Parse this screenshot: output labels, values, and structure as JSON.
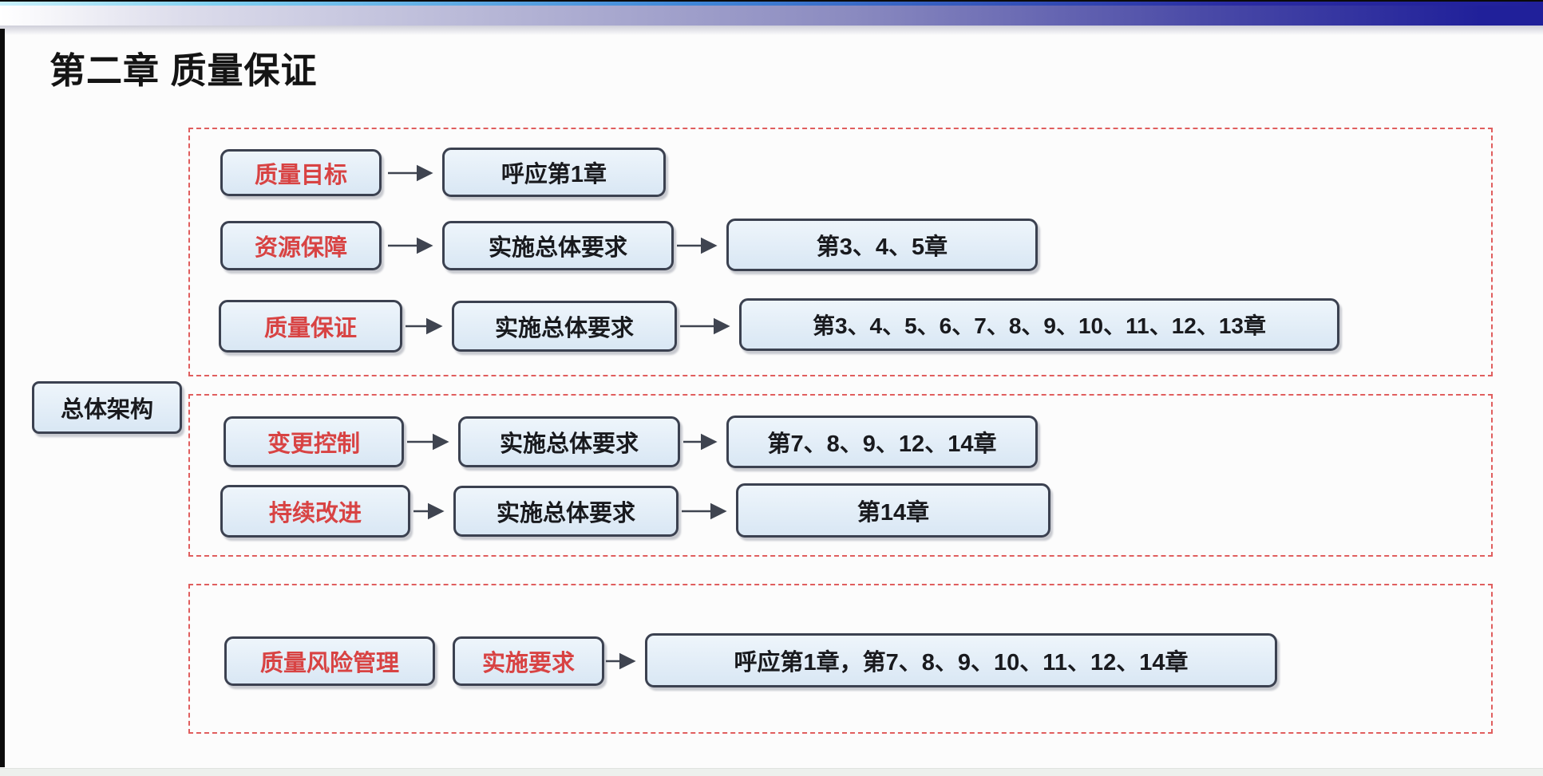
{
  "slide": {
    "title": "第二章 质量保证",
    "left_label": "总体架构"
  },
  "diagram": {
    "groups": [
      {
        "name": "group-1",
        "rows": [
          {
            "cells": [
              {
                "label": "质量目标",
                "text_color": "red"
              },
              {
                "label": "呼应第1章",
                "text_color": "black"
              }
            ]
          },
          {
            "cells": [
              {
                "label": "资源保障",
                "text_color": "red"
              },
              {
                "label": "实施总体要求",
                "text_color": "black"
              },
              {
                "label": "第3、4、5章",
                "text_color": "black"
              }
            ]
          },
          {
            "cells": [
              {
                "label": "质量保证",
                "text_color": "red"
              },
              {
                "label": "实施总体要求",
                "text_color": "black"
              },
              {
                "label": "第3、4、5、6、7、8、9、10、11、12、13章",
                "text_color": "black"
              }
            ]
          }
        ]
      },
      {
        "name": "group-2",
        "rows": [
          {
            "cells": [
              {
                "label": "变更控制",
                "text_color": "red"
              },
              {
                "label": "实施总体要求",
                "text_color": "black"
              },
              {
                "label": "第7、8、9、12、14章",
                "text_color": "black"
              }
            ]
          },
          {
            "cells": [
              {
                "label": "持续改进",
                "text_color": "red"
              },
              {
                "label": "实施总体要求",
                "text_color": "black"
              },
              {
                "label": "第14章",
                "text_color": "black"
              }
            ]
          }
        ]
      },
      {
        "name": "group-3",
        "rows": [
          {
            "cells": [
              {
                "label": "质量风险管理",
                "text_color": "red"
              },
              {
                "label": "实施要求",
                "text_color": "red"
              },
              {
                "label": "呼应第1章，第7、8、9、10、11、12、14章",
                "text_color": "black"
              }
            ]
          }
        ]
      }
    ]
  },
  "colors": {
    "accent_red_text": "#d84343",
    "node_fill": "#e2edf8",
    "node_border": "#3b4150",
    "group_dashed_border": "#e05e5e",
    "banner_dark_blue": "#20209a",
    "arrow": "#3f4450",
    "title_text": "#141414"
  }
}
